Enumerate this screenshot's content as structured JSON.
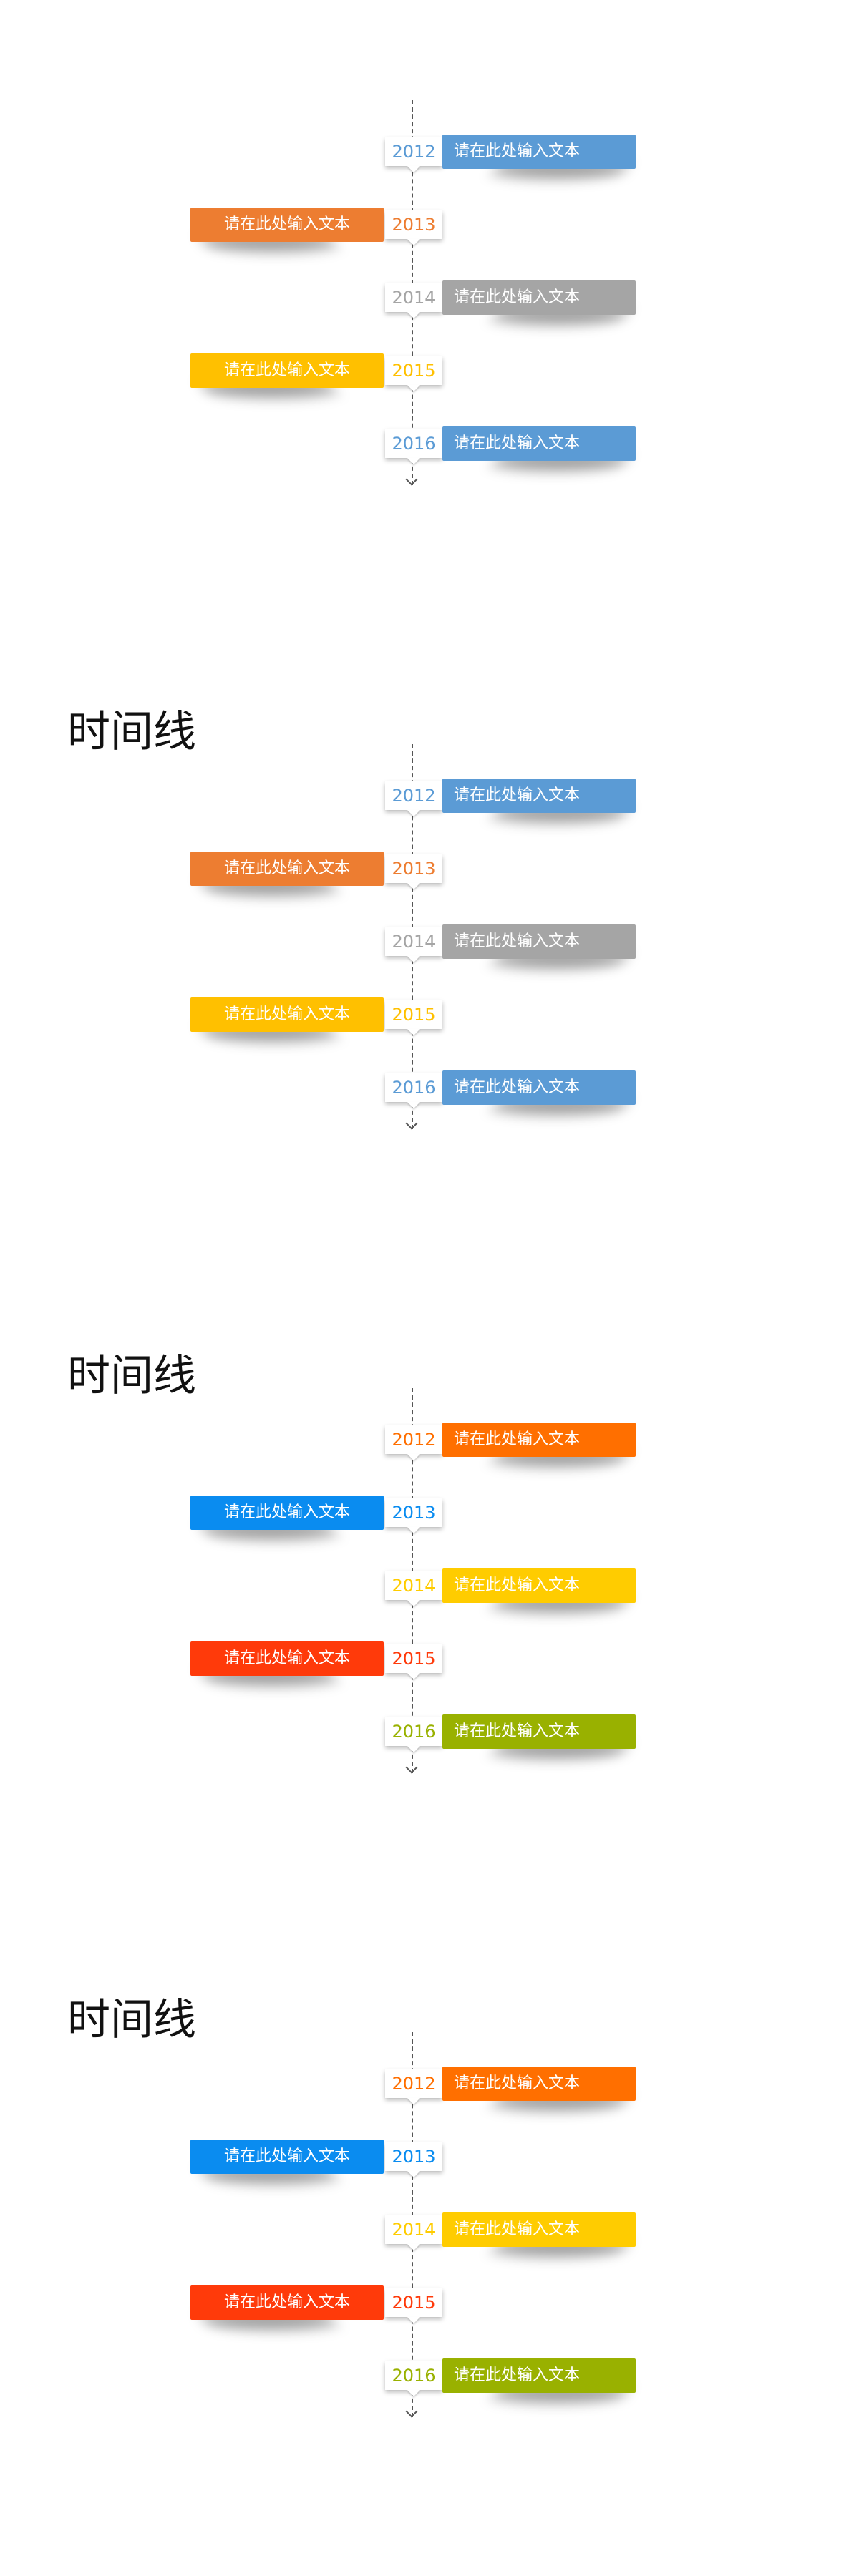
{
  "slides": [
    {
      "title": "",
      "items": [
        {
          "year": "2012",
          "text": "请在此处输入文本",
          "side": "right",
          "color": "#5b9bd5",
          "year_color": "#5b9bd5"
        },
        {
          "year": "2013",
          "text": "请在此处输入文本",
          "side": "left",
          "color": "#ed7d31",
          "year_color": "#ed7d31"
        },
        {
          "year": "2014",
          "text": "请在此处输入文本",
          "side": "right",
          "color": "#a5a5a5",
          "year_color": "#a5a5a5"
        },
        {
          "year": "2015",
          "text": "请在此处输入文本",
          "side": "left",
          "color": "#ffc000",
          "year_color": "#ffc000"
        },
        {
          "year": "2016",
          "text": "请在此处输入文本",
          "side": "right",
          "color": "#5b9bd5",
          "year_color": "#5b9bd5"
        }
      ]
    },
    {
      "title": "时间线",
      "items": [
        {
          "year": "2012",
          "text": "请在此处输入文本",
          "side": "right",
          "color": "#5b9bd5",
          "year_color": "#5b9bd5"
        },
        {
          "year": "2013",
          "text": "请在此处输入文本",
          "side": "left",
          "color": "#ed7d31",
          "year_color": "#ed7d31"
        },
        {
          "year": "2014",
          "text": "请在此处输入文本",
          "side": "right",
          "color": "#a5a5a5",
          "year_color": "#a5a5a5"
        },
        {
          "year": "2015",
          "text": "请在此处输入文本",
          "side": "left",
          "color": "#ffc000",
          "year_color": "#ffc000"
        },
        {
          "year": "2016",
          "text": "请在此处输入文本",
          "side": "right",
          "color": "#5b9bd5",
          "year_color": "#5b9bd5"
        }
      ]
    },
    {
      "title": "时间线",
      "items": [
        {
          "year": "2012",
          "text": "请在此处输入文本",
          "side": "right",
          "color": "#ff6f00",
          "year_color": "#ff6f00"
        },
        {
          "year": "2013",
          "text": "请在此处输入文本",
          "side": "left",
          "color": "#0a8cf0",
          "year_color": "#0a8cf0"
        },
        {
          "year": "2014",
          "text": "请在此处输入文本",
          "side": "right",
          "color": "#ffcc00",
          "year_color": "#ffcc00"
        },
        {
          "year": "2015",
          "text": "请在此处输入文本",
          "side": "left",
          "color": "#ff3a0a",
          "year_color": "#ff3a0a"
        },
        {
          "year": "2016",
          "text": "请在此处输入文本",
          "side": "right",
          "color": "#99b100",
          "year_color": "#99b100"
        }
      ]
    },
    {
      "title": "时间线",
      "items": [
        {
          "year": "2012",
          "text": "请在此处输入文本",
          "side": "right",
          "color": "#ff6f00",
          "year_color": "#ff6f00"
        },
        {
          "year": "2013",
          "text": "请在此处输入文本",
          "side": "left",
          "color": "#0a8cf0",
          "year_color": "#0a8cf0"
        },
        {
          "year": "2014",
          "text": "请在此处输入文本",
          "side": "right",
          "color": "#ffcc00",
          "year_color": "#ffcc00"
        },
        {
          "year": "2015",
          "text": "请在此处输入文本",
          "side": "left",
          "color": "#ff3a0a",
          "year_color": "#ff3a0a"
        },
        {
          "year": "2016",
          "text": "请在此处输入文本",
          "side": "right",
          "color": "#99b100",
          "year_color": "#99b100"
        }
      ]
    }
  ]
}
